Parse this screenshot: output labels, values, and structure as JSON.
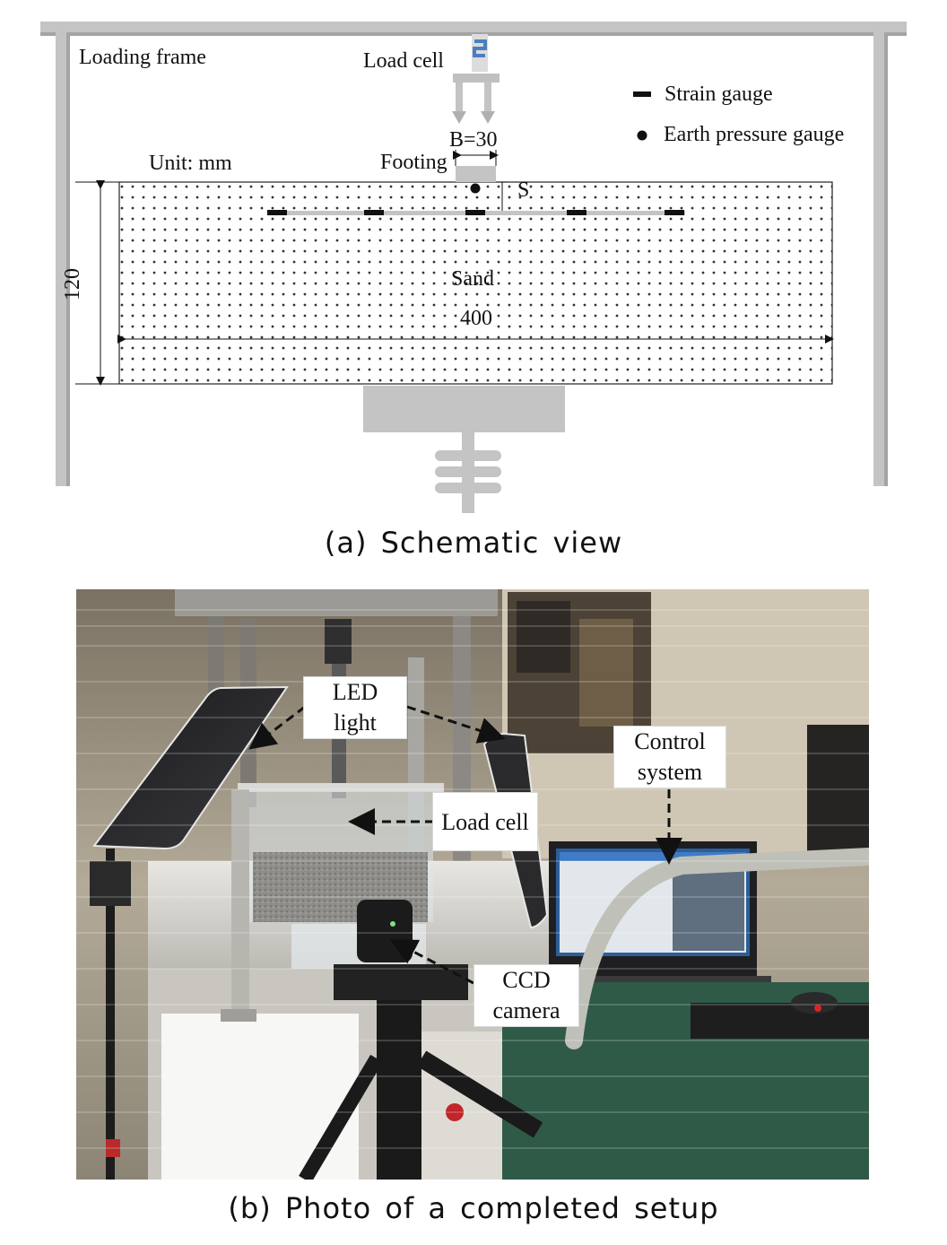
{
  "schematic": {
    "loading_frame_label": "Loading frame",
    "load_cell_label": "Load cell",
    "strain_gauge_legend": "Strain gauge",
    "earth_pressure_legend": "Earth pressure gauge",
    "width_label": "B=30",
    "unit_label": "Unit: mm",
    "footing_label": "Footing",
    "depth_label": "S",
    "height_dim": "120",
    "sand_label": "Sand",
    "length_dim": "400",
    "caption": "(a) Schematic view"
  },
  "photo": {
    "callouts": {
      "led_line1": "LED",
      "led_line2": "light",
      "control_line1": "Control",
      "control_line2": "system",
      "load_cell": "Load cell",
      "ccd_line1": "CCD",
      "ccd_line2": "camera"
    },
    "caption": "(b) Photo of a completed setup"
  },
  "colors": {
    "frame_gray": "#b8b8b8",
    "sand_fill": "#ffffff",
    "gauge_black": "#111111",
    "accent_blue": "#4a7fc0"
  }
}
